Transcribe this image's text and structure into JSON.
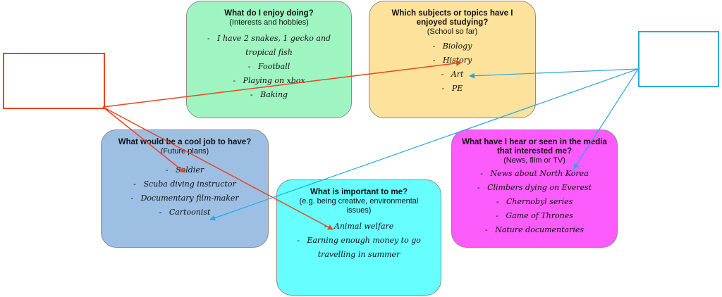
{
  "boxes": {
    "enjoy": {
      "title": "What do I enjoy doing?",
      "subtitle": "(Interests and hobbies)",
      "items": [
        "I have 2 snakes, 1 gecko and tropical fish",
        "Football",
        "Playing on xbox",
        "Baking"
      ],
      "color": "#9ff5c2"
    },
    "subjects": {
      "title": "Which subjects or topics have I enjoyed studying?",
      "subtitle": "(School so far)",
      "items": [
        "Biology",
        "History",
        "Art",
        "PE"
      ],
      "color": "#fde29b"
    },
    "job": {
      "title": "What would be a cool job to have?",
      "subtitle": "(Future plans)",
      "items": [
        "Soldier",
        "Scuba diving instructor",
        "Documentary film-maker",
        "Cartoonist"
      ],
      "color": "#9dbfe4"
    },
    "important": {
      "title": "What is important to me?",
      "subtitle": "(e.g. being creative, environmental issues)",
      "items": [
        "Animal welfare",
        "Earning enough money to go travelling in summer"
      ],
      "color": "#66feff"
    },
    "media": {
      "title": "What have I hear or seen in the media that interested me?",
      "subtitle": "(News, film or TV)",
      "items": [
        "News about North Korea",
        "Climbers dying on Everest",
        "Chernobyl series",
        "Game of Thrones",
        "Nature documentaries"
      ],
      "color": "#fb5cfb"
    }
  },
  "outline_boxes": {
    "left_color": "#e8461e",
    "right_color": "#2aa8e0"
  },
  "arrows": {
    "orange": "#e8461e",
    "blue": "#2aa8e0"
  }
}
